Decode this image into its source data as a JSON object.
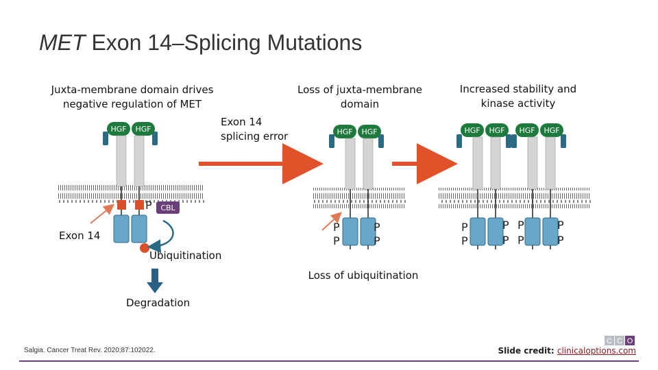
{
  "slide": {
    "title_italic": "MET",
    "title_rest": " Exon 14–Splicing Mutations"
  },
  "labels": {
    "left_heading": "Juxta-membrane domain drives negative regulation of MET",
    "middle_heading": "Loss of juxta-membrane domain",
    "right_heading": "Increased stability and kinase activity",
    "exon14_error": "Exon 14 splicing error",
    "exon14": "Exon 14",
    "ubiquitination": "Ubiquitination",
    "degradation": "Degradation",
    "loss_ubiquitination": "Loss of ubiquitination",
    "hgf": "HGF",
    "cbl": "CBL",
    "p": "P"
  },
  "footer": {
    "citation": "Salgia. Cancer Treat Rev. 2020;87:102022.",
    "credit_prefix": "Slide credit: ",
    "credit_link": "clinicaloptions.com",
    "logo_text": "CCO"
  },
  "colors": {
    "hgf_green": "#1e7a3c",
    "receptor_gray": "#d4d4d4",
    "kinase_blue": "#6aa6c8",
    "teal_dark": "#2c6a84",
    "juxta_red": "#d9502a",
    "cbl_purple": "#6b3f7a",
    "arrow_orange": "#e0522a",
    "degradation_blue": "#2a5f86"
  }
}
